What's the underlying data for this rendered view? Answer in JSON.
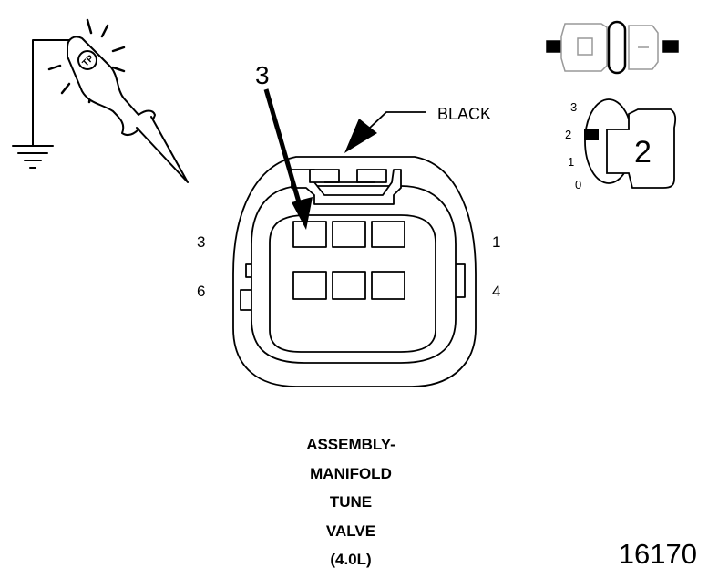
{
  "callouts": {
    "pointer_number": "3",
    "wire_color": "BLACK",
    "pin_top_left": "3",
    "pin_bottom_left": "6",
    "pin_top_right": "1",
    "pin_bottom_right": "4"
  },
  "probe_icon": {
    "label": "TP",
    "name": "test-probe-icon"
  },
  "selector_icon": {
    "scale": [
      "3",
      "2",
      "1",
      "0"
    ],
    "number": "2",
    "selected": "2"
  },
  "caption": {
    "line1": "ASSEMBLY-",
    "line2": "MANIFOLD",
    "line3": "TUNE",
    "line4": "VALVE",
    "line5": "(4.0L)"
  },
  "figure_number": "16170",
  "colors": {
    "stroke": "#000000",
    "background": "#ffffff"
  }
}
